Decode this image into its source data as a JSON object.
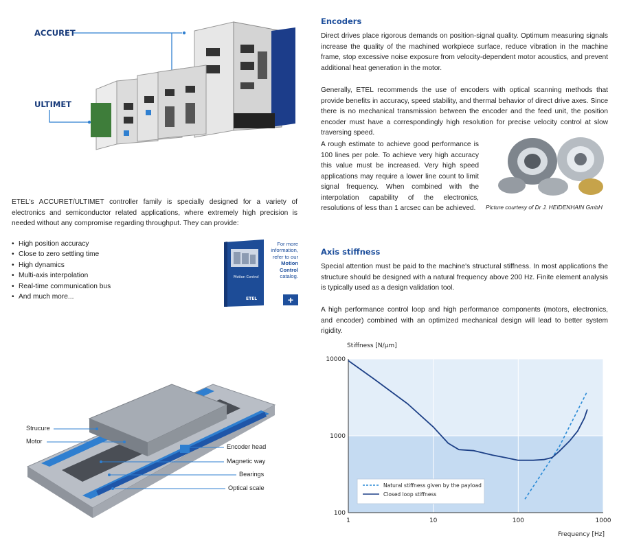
{
  "products": {
    "accuret_label": "ACCURET",
    "ultimet_label": "ULTIMET"
  },
  "intro": {
    "paragraph": "ETEL's ACCURET/ULTIMET controller family is specially designed for a variety of electronics and semiconductor related applications, where extremely high precision is needed without any compromise regarding throughput. They can provide:",
    "features": [
      "High position accuracy",
      "Close to zero settling time",
      "High dynamics",
      "Multi-axis interpolation",
      "Real-time communication bus",
      "And much more..."
    ]
  },
  "promo": {
    "line1": "For more",
    "line2": "information,",
    "line3": "refer to our",
    "line4": "Motion",
    "line5": "Control",
    "line6": "catalog.",
    "plus": "+",
    "catalog_cover_title": "Motion Control",
    "catalog_brand": "ETEL"
  },
  "encoders": {
    "heading": "Encoders",
    "p1": "Direct drives place rigorous demands on position-signal quality. Optimum measuring signals increase the quality of the machined workpiece surface, reduce vibration in the machine frame, stop excessive noise exposure from velocity-dependent motor acoustics, and prevent additional heat generation in the motor.",
    "p2": "Generally, ETEL recommends the use of encoders with optical scanning methods that provide benefits in accuracy, speed stability, and thermal behavior of direct drive axes. Since there is no mechanical transmission between the encoder and the feed unit, the position encoder must have a correspondingly high resolution for precise velocity control at slow traversing speed.",
    "p3": "A rough estimate to achieve good performance is 100 lines per pole. To achieve very high accuracy this value must be increased. Very high speed applications may require a lower line count to limit signal frequency. When combined with the interpolation capability of the electronics, resolutions of less than 1 arcsec can be achieved.",
    "caption": "Picture courtesy of Dr J. HEIDENHAIN GmbH"
  },
  "axis": {
    "heading": "Axis stiffness",
    "p1": "Special attention must be paid to the machine's structural stiffness. In most applications the structure should be designed with a natural frequency above 200 Hz. Finite element analysis is typically used as a design validation tool.",
    "p2": "A high performance control loop and high performance components (motors, electronics, and encoder) combined with an optimized mechanical design will lead to better system rigidity."
  },
  "stage_labels": {
    "structure": "Strucure",
    "motor": "Motor",
    "encoder_head": "Encoder head",
    "magnetic_way": "Magnetic way",
    "bearings": "Bearings",
    "optical_scale": "Optical scale"
  },
  "colors": {
    "brand_blue": "#1e4f9c",
    "chart_band_light": "#e3eef9",
    "chart_band_dark": "#c5dbf2",
    "rail_blue": "#2f7fd0"
  },
  "chart_data": {
    "type": "line",
    "title": "",
    "ylabel": "Stiffness [N/µm]",
    "xlabel": "Frequency [Hz]",
    "xscale": "log",
    "yscale": "log",
    "xlim": [
      1,
      1000
    ],
    "ylim": [
      100,
      10000
    ],
    "xticks": [
      "1",
      "10",
      "100",
      "1000"
    ],
    "yticks": [
      "100",
      "1000",
      "10000"
    ],
    "grid": true,
    "legend_position": "bottom-left",
    "series": [
      {
        "name": "Natural stiffness given by the payload",
        "style": "dashed",
        "x": [
          120,
          300,
          650
        ],
        "y": [
          150,
          700,
          3800
        ]
      },
      {
        "name": "Closed loop stiffness",
        "style": "solid",
        "x": [
          1,
          2,
          5,
          10,
          15,
          20,
          30,
          50,
          70,
          100,
          150,
          200,
          250,
          300,
          400,
          500,
          600,
          650
        ],
        "y": [
          9500,
          5500,
          2600,
          1300,
          800,
          660,
          640,
          560,
          520,
          480,
          480,
          490,
          520,
          620,
          850,
          1150,
          1700,
          2200
        ]
      }
    ]
  }
}
